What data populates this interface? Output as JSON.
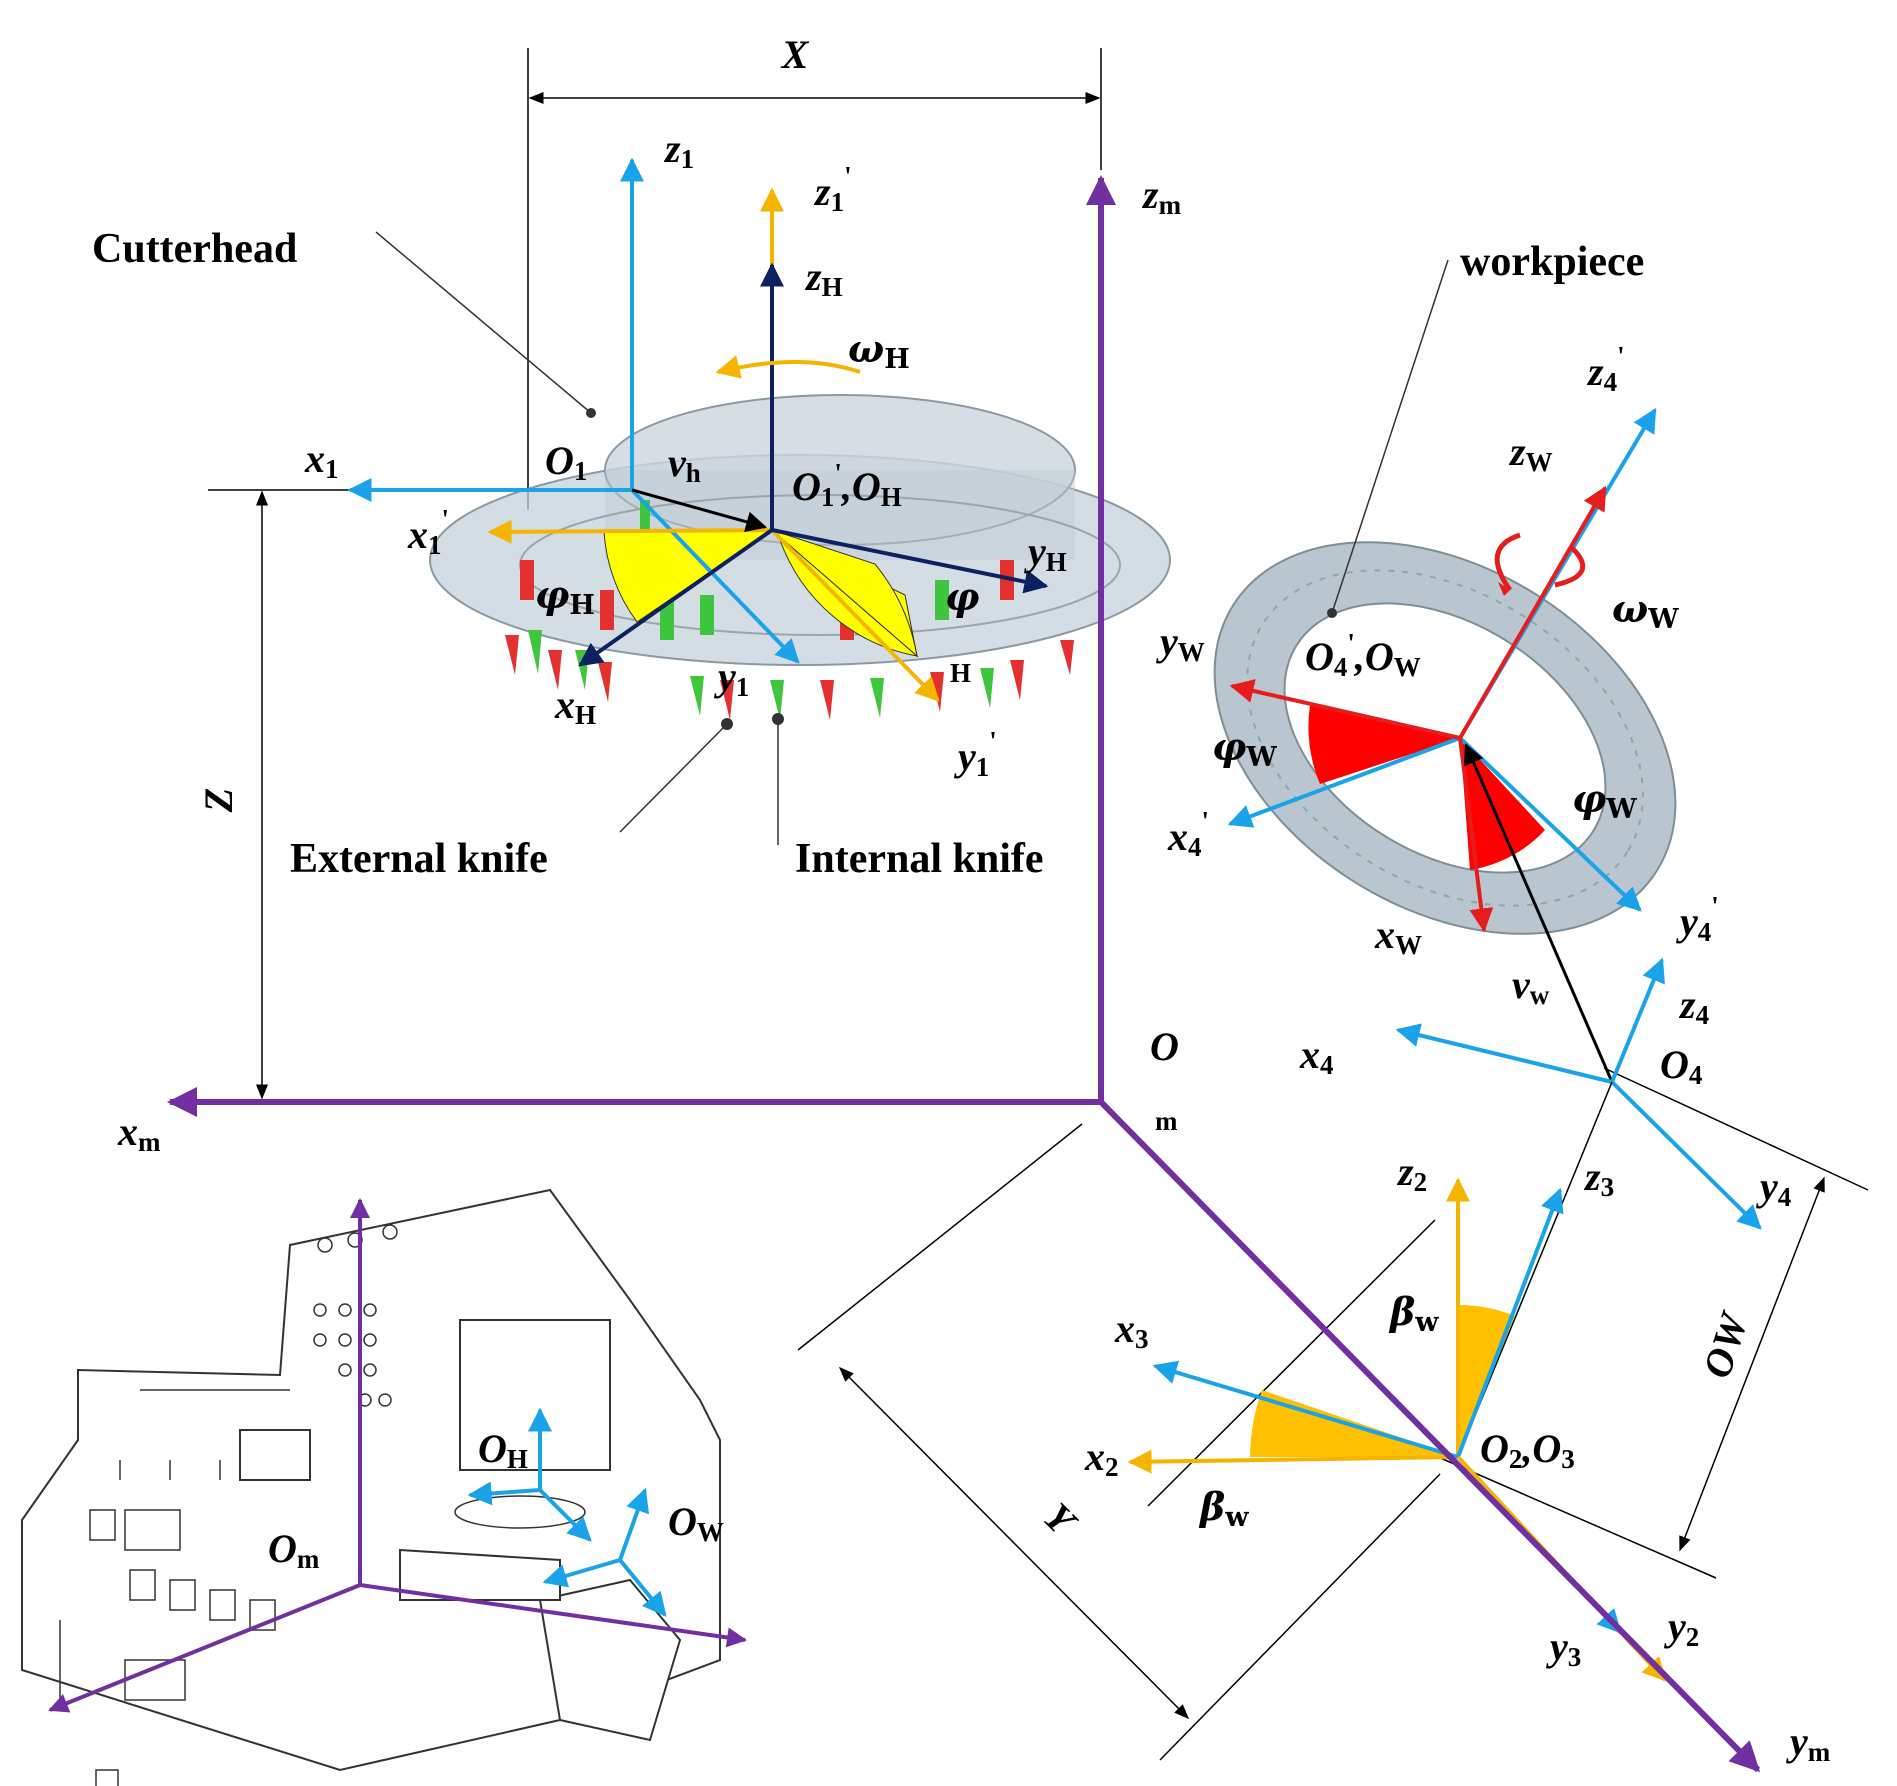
{
  "colors": {
    "machine_axis": "#7030a0",
    "cyan_axis": "#1aa3e8",
    "orange_axis": "#f5b400",
    "navy_axis": "#0d2160",
    "red_axis": "#e51d1d",
    "yellow_sector": "#ffff00",
    "red_sector": "#ff0000",
    "gold_sector": "#ffc000",
    "gear_body": "#b9c6cf"
  },
  "dimensions": {
    "X": "X",
    "Z": "Z",
    "Y": "Y",
    "OW": "OW"
  },
  "captions": {
    "cutterhead": "Cutterhead",
    "workpiece": "workpiece",
    "external_knife": "External knife",
    "internal_knife": "Internal knife"
  },
  "labels": {
    "z1": "z",
    "z1_sub": "1",
    "z1p": "z",
    "z1p_sub": "1",
    "z1p_prime": "'",
    "zH": "z",
    "zH_sub": "H",
    "zm": "z",
    "zm_sub": "m",
    "omegaH": "ω",
    "omegaH_sub": "H",
    "x1": "x",
    "x1_sub": "1",
    "O1": "O",
    "O1_sub": "1",
    "vh": "v",
    "vh_sub": "h",
    "O1p": "O",
    "O1p_sub": "1",
    "O1p_prime": "'",
    "O1p_comma": ",O",
    "O1p_sub2": "H",
    "x1p": "x",
    "x1p_sub": "1",
    "x1p_prime": "'",
    "yH": "y",
    "yH_sub": "H",
    "phiH": "φ",
    "phiH_sub": "H",
    "phi2": "φ",
    "phi2_sub": "H",
    "xH": "x",
    "xH_sub": "H",
    "y1": "y",
    "y1_sub": "1",
    "y1p": "y",
    "y1p_sub": "1",
    "y1p_prime": "'",
    "z4p": "z",
    "z4p_sub": "4",
    "z4p_prime": "'",
    "zW": "z",
    "zW_sub": "W",
    "omegaW": "ω",
    "omegaW_sub": "W",
    "yW": "y",
    "yW_sub": "W",
    "O4p": "O",
    "O4p_sub": "4",
    "O4p_prime": "'",
    "O4p_comma": ",O",
    "O4p_sub2": "W",
    "phiW1": "φ",
    "phiW1_sub": "W",
    "phiW2": "φ",
    "phiW2_sub": "W",
    "x4p": "x",
    "x4p_sub": "4",
    "x4p_prime": "'",
    "xW": "x",
    "xW_sub": "W",
    "y4p": "y",
    "y4p_sub": "4",
    "y4p_prime": "'",
    "vw": "v",
    "vw_sub": "w",
    "z4": "z",
    "z4_sub": "4",
    "x4": "x",
    "x4_sub": "4",
    "O4": "O",
    "O4_sub": "4",
    "Om": "O",
    "Om_sub": "m",
    "xm": "x",
    "xm_sub": "m",
    "z2": "z",
    "z2_sub": "2",
    "z3": "z",
    "z3_sub": "3",
    "y4": "y",
    "y4_sub": "4",
    "betaw1": "β",
    "betaw1_sub": "w",
    "x3": "x",
    "x3_sub": "3",
    "x2": "x",
    "x2_sub": "2",
    "betaw2": "β",
    "betaw2_sub": "w",
    "O23": "O",
    "O23_sub": "2",
    "O23_comma": ",O",
    "O23_sub2": "3",
    "y3": "y",
    "y3_sub": "3",
    "y2": "y",
    "y2_sub": "2",
    "ym": "y",
    "ym_sub": "m",
    "inset_OH": "O",
    "inset_OH_sub": "H",
    "inset_OW": "O",
    "inset_OW_sub": "W",
    "inset_Om": "O",
    "inset_Om_sub": "m"
  }
}
